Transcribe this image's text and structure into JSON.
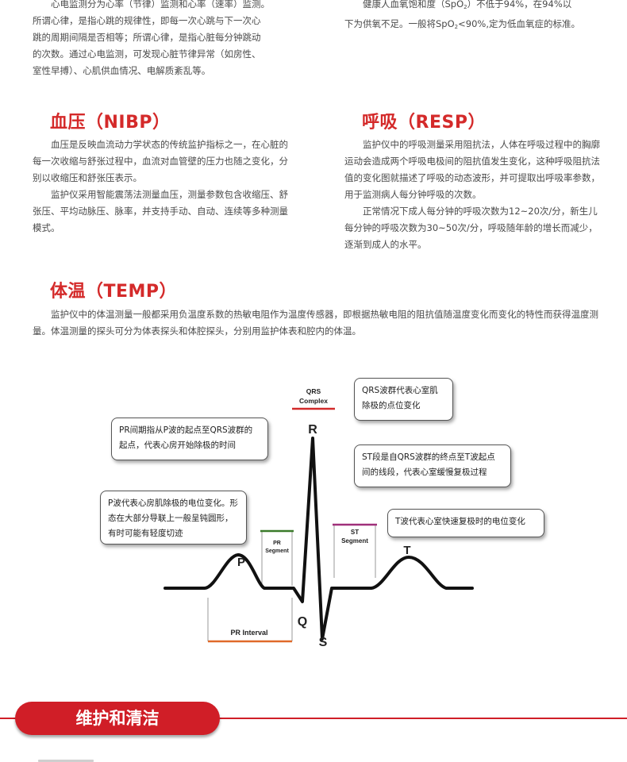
{
  "hr_section": {
    "line1": "心电监测分为心率（节律）监测和心率（速率）监测。",
    "line2": "所谓心律，是指心跳的规律性，即每一次心跳与下一次心",
    "line3": "跳的周期间隔是否相等；所谓心律，是指心脏每分钟跳动",
    "line4": "的次数。通过心电监测，可发现心脏节律异常（如房性、",
    "line5": "室性早搏）、心肌供血情况、电解质紊乱等。"
  },
  "spo2_section": {
    "line1": "健康人血氧饱和度（SpO",
    "line1_sub": "2",
    "line1_end": "）不低于94%，在94%以",
    "line2_pre": "下为供氧不足。一般将SpO",
    "line2_sub": "2",
    "line2_end": "<90%,定为低血氧症的标准。"
  },
  "nibp": {
    "title": "血压（NIBP）",
    "p1": "血压是反映血流动力学状态的传统监护指标之一，在心脏的每一次收缩与舒张过程中，血流对血管壁的压力也随之变化，分别以收缩压和舒张压表示。",
    "p2": "监护仪采用智能震荡法测量血压，测量参数包含收缩压、舒张压、平均动脉压、脉率，并支持手动、自动、连续等多种测量模式。"
  },
  "resp": {
    "title": "呼吸（RESP）",
    "p1": "监护仪中的呼吸测量采用阻抗法，人体在呼吸过程中的胸廓运动会造成两个呼吸电极间的阻抗值发生变化，这种呼吸阻抗法值的变化图就描述了呼吸的动态波形，并可提取出呼吸率参数，用于监测病人每分钟呼吸的次数。",
    "p2": "正常情况下成人每分钟的呼吸次数为12~20次/分，新生儿每分钟的呼吸次数为30~50次/分，呼吸随年龄的增长而减少，逐渐到成人的水平。"
  },
  "temp": {
    "title": "体温（TEMP）",
    "p1": "监护仪中的体温测量一般都采用负温度系数的热敏电阻作为温度传感器，即根据热敏电阻的阻抗值随温度变化而变化的特性而获得温度测量。体温测量的探头可分为体表探头和体腔探头，分别用监护体表和腔内的体温。"
  },
  "ecg_diagram": {
    "wave_labels": {
      "p": "P",
      "q": "Q",
      "r": "R",
      "s": "S",
      "t": "T"
    },
    "segment_labels": {
      "qrs_line1": "QRS",
      "qrs_line2": "Complex",
      "pr_seg_line1": "PR",
      "pr_seg_line2": "Segment",
      "st_line1": "ST",
      "st_line2": "Segment",
      "pr_interval": "PR Interval"
    },
    "colors": {
      "qrs": "#d22a2a",
      "pr_segment": "#3a7a2a",
      "st_segment": "#a0307a",
      "pr_interval": "#e06a2a"
    },
    "callouts": {
      "qrs_desc": "QRS波群代表心室肌除极的点位变化",
      "pr_interval_desc": "PR间期指从P波的起点至QRS波群的起点，代表心房开始除极的时间",
      "st_desc": "ST段是自QRS波群的终点至T波起点间的线段，代表心室缓慢复极过程",
      "p_desc": "P波代表心房肌除极的电位变化。形态在大部分导联上一般呈钝圆形，有时可能有轻度切迹",
      "t_desc": "T波代表心室快速复极时的电位变化"
    }
  },
  "banner": {
    "title": "维护和清洁"
  }
}
